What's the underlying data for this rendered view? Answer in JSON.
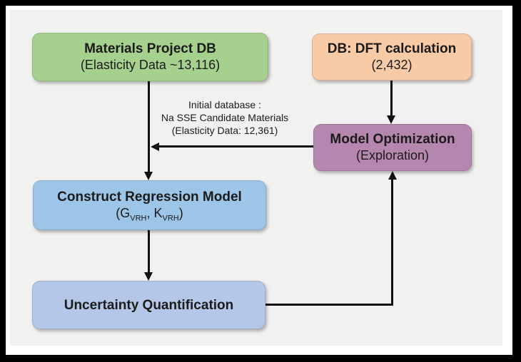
{
  "colors": {
    "frame": "#000000",
    "mat": "#ffffff",
    "canvas_bg": "#f1f1f0",
    "line": "#111111",
    "text": "#1b1b1b",
    "green_fill": "#a6d08e",
    "peach_fill": "#f8caa6",
    "purple_fill": "#b687ae",
    "blue_fill": "#9dc5e8",
    "lavender_fill": "#b5c7e9"
  },
  "nodes": {
    "materials_project_db": {
      "title": "Materials Project DB",
      "subtitle": "(Elasticity Data ~13,116)",
      "fill": "#a6d08e"
    },
    "dft_db": {
      "title": "DB: DFT calculation",
      "subtitle": "(2,432)",
      "fill": "#f8caa6"
    },
    "model_optimization": {
      "title": "Model Optimization",
      "subtitle": "(Exploration)",
      "fill": "#b687ae"
    },
    "construct_regression_model": {
      "title": "Construct Regression Model",
      "subtitle_parts": {
        "open": "(G",
        "sub_a": "VRH",
        "comma": ", K",
        "sub_b": "VRH",
        "close": ")"
      },
      "fill": "#9dc5e8"
    },
    "uncertainty_quantification": {
      "title": "Uncertainty Quantification",
      "fill": "#b5c7e9"
    }
  },
  "annotation": {
    "line1": "Initial database :",
    "line2": "Na SSE Candidate Materials",
    "line3": "(Elasticity Data: 12,361)"
  }
}
